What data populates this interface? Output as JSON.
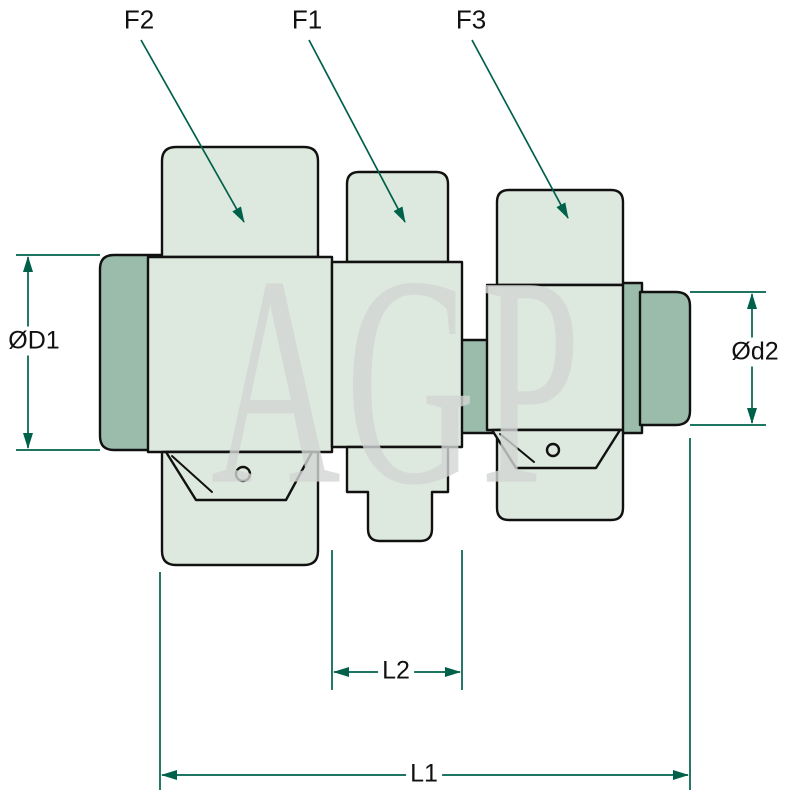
{
  "diagram": {
    "watermark": "AGP",
    "callouts": {
      "f2": "F2",
      "f1": "F1",
      "f3": "F3"
    },
    "dimensions": {
      "d1": "ØD1",
      "d2": "Ød2",
      "l2": "L2",
      "l1": "L1"
    },
    "colors": {
      "background": "#ffffff",
      "dimension_line": "#00614b",
      "outline": "#111111",
      "fill_light": "#dde8de",
      "fill_dark": "#9bbcab",
      "watermark": "#d3d6d4"
    }
  }
}
